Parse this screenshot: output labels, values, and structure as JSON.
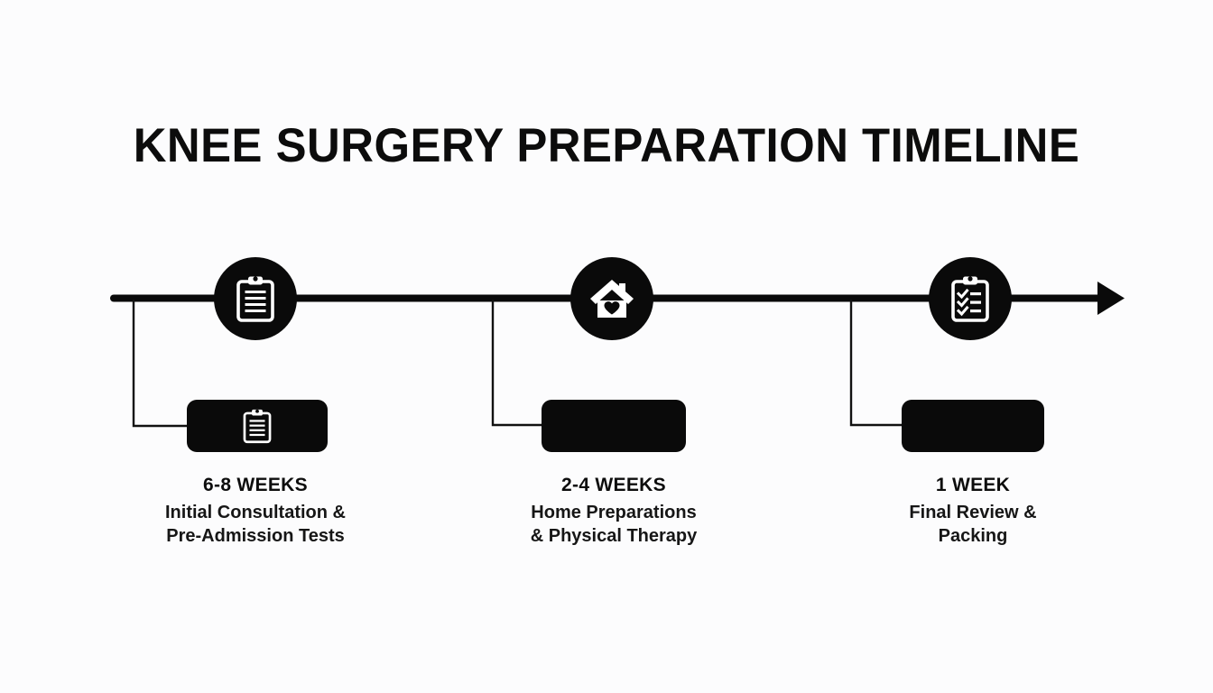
{
  "page": {
    "title": "KNEE SURGERY PREPARATION TIMELINE",
    "background_color": "#fcfcfd",
    "ink_color": "#0a0a0a"
  },
  "timeline": {
    "axis": {
      "name": "horizontal-timeline-arrow",
      "direction": "left-to-right",
      "arrowhead": "right"
    },
    "milestones": [
      {
        "id": "milestone-1",
        "period": "6-8 WEEKS",
        "description_line_1": "Initial Consultation &",
        "description_line_2": "Pre-Admission Tests",
        "node_icon": "clipboard-icon",
        "card_icon": "clipboard-icon"
      },
      {
        "id": "milestone-2",
        "period": "2-4 WEEKS",
        "description_line_1": "Home Preparations",
        "description_line_2": "& Physical Therapy",
        "node_icon": "house-heart-icon",
        "card_icon": "none"
      },
      {
        "id": "milestone-3",
        "period": "1 WEEK",
        "description_line_1": "Final Review &",
        "description_line_2": "Packing",
        "node_icon": "clipboard-checklist-icon",
        "card_icon": "none"
      }
    ]
  }
}
